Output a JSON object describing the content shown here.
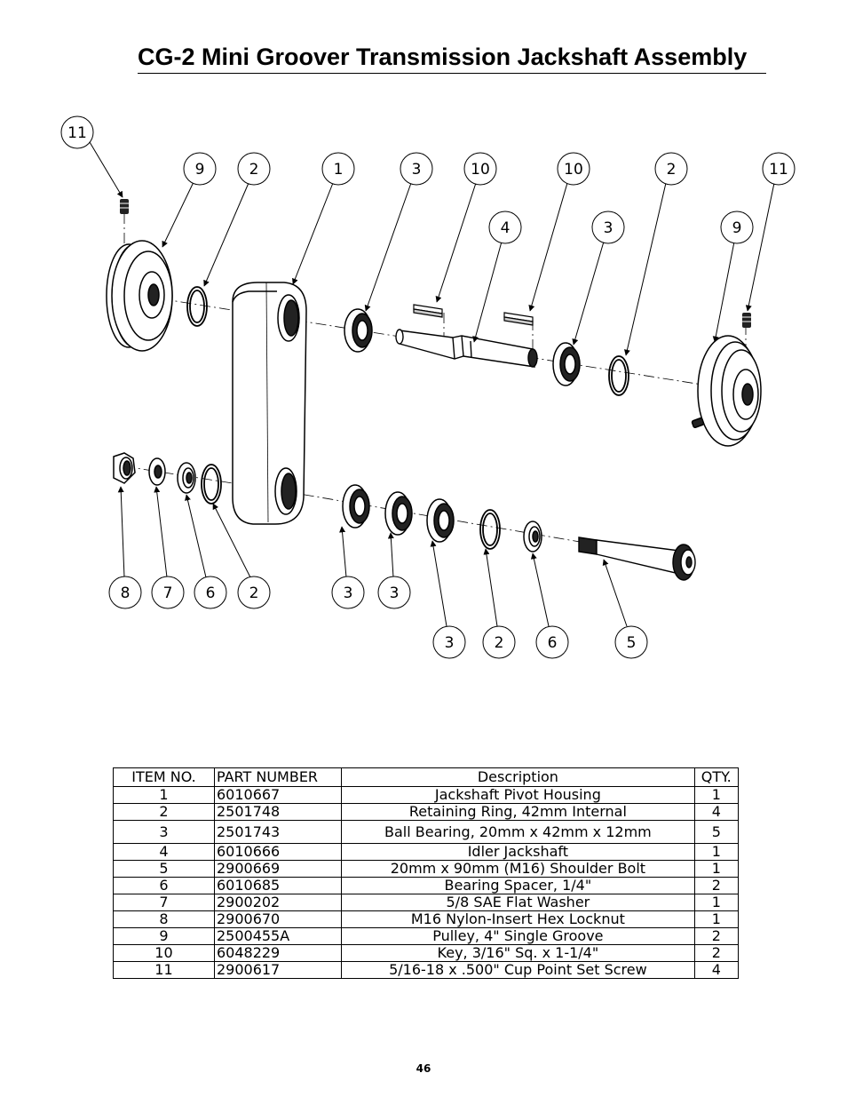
{
  "page": {
    "title": "CG-2 Mini Groover Transmission Jackshaft Assembly",
    "page_number": "46"
  },
  "callouts": [
    "11",
    "9",
    "2",
    "1",
    "3",
    "10",
    "10",
    "2",
    "11",
    "4",
    "3",
    "9",
    "8",
    "7",
    "6",
    "2",
    "3",
    "3",
    "3",
    "2",
    "6",
    "5"
  ],
  "parts_table": {
    "headers": {
      "item": "ITEM NO.",
      "part": "PART NUMBER",
      "description": "Description",
      "qty": "QTY."
    },
    "rows": [
      {
        "item": "1",
        "part": "6010667",
        "description": "Jackshaft Pivot Housing",
        "qty": "1"
      },
      {
        "item": "2",
        "part": "2501748",
        "description": "Retaining Ring, 42mm Internal",
        "qty": "4"
      },
      {
        "item": "3",
        "part": "2501743",
        "description": "Ball Bearing, 20mm x 42mm x 12mm",
        "qty": "5"
      },
      {
        "item": "4",
        "part": "6010666",
        "description": "Idler Jackshaft",
        "qty": "1"
      },
      {
        "item": "5",
        "part": "2900669",
        "description": "20mm x 90mm (M16) Shoulder Bolt",
        "qty": "1"
      },
      {
        "item": "6",
        "part": "6010685",
        "description": "Bearing Spacer, 1/4\"",
        "qty": "2"
      },
      {
        "item": "7",
        "part": "2900202",
        "description": "5/8 SAE Flat Washer",
        "qty": "1"
      },
      {
        "item": "8",
        "part": "2900670",
        "description": "M16 Nylon-Insert Hex Locknut",
        "qty": "1"
      },
      {
        "item": "9",
        "part": "2500455A",
        "description": "Pulley, 4\" Single Groove",
        "qty": "2"
      },
      {
        "item": "10",
        "part": "6048229",
        "description": "Key, 3/16\" Sq. x 1-1/4\"",
        "qty": "2"
      },
      {
        "item": "11",
        "part": "2900617",
        "description": "5/16-18 x .500\" Cup Point Set Screw",
        "qty": "4"
      }
    ]
  }
}
